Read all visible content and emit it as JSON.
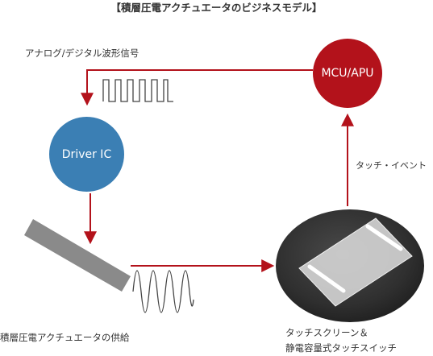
{
  "title": "【積層圧電アクチュエータのビジネスモデル】",
  "labels": {
    "signal": "アナログ/デジタル波形信号",
    "touch_event": "タッチ・イベント",
    "actuator_supply": "積層圧電アクチュエータの供給",
    "panel_line1": "タッチスクリーン＆",
    "panel_line2": "静電容量式タッチスイッチ"
  },
  "nodes": {
    "mcu": "MCU/APU",
    "driver": "Driver IC"
  },
  "colors": {
    "accent_red": "#b3121b",
    "driver_blue": "#3b7fb4",
    "actuator_gray": "#8a8a8a",
    "panel_dark": "#3a3a3a",
    "text": "#333333"
  }
}
